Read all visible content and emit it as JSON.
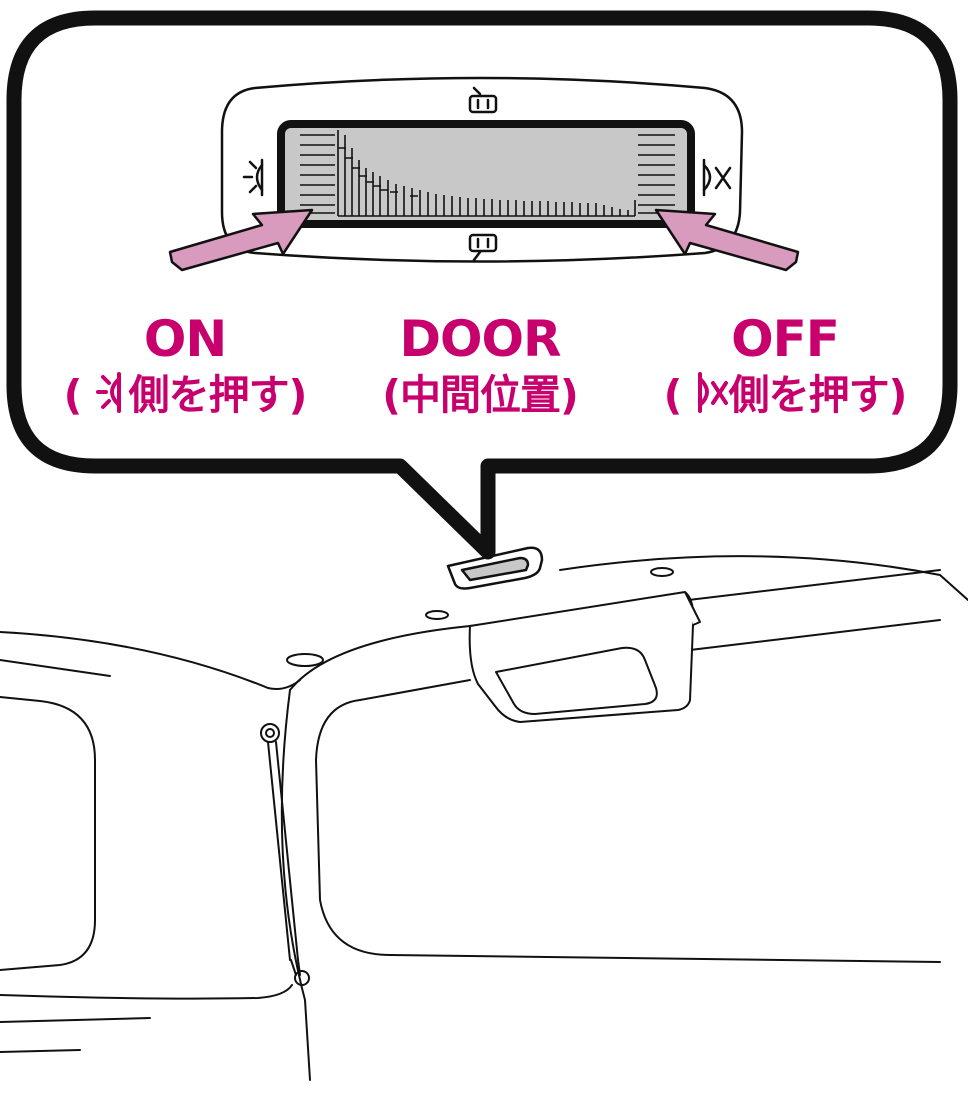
{
  "colors": {
    "accent": "#c8006e",
    "arrow_fill": "#d99bbd",
    "lens_fill": "#c8c8c8",
    "stroke": "#111111",
    "background": "#ffffff"
  },
  "positions": [
    {
      "id": "on",
      "label": "ON",
      "note_prefix": "(",
      "note_icon": "lamp-on-icon",
      "note_text": "側を押す)"
    },
    {
      "id": "door",
      "label": "DOOR",
      "note_prefix": "",
      "note_icon": "",
      "note_text": "(中間位置)"
    },
    {
      "id": "off",
      "label": "OFF",
      "note_prefix": "(",
      "note_icon": "lamp-off-icon",
      "note_text": "側を押す)"
    }
  ]
}
